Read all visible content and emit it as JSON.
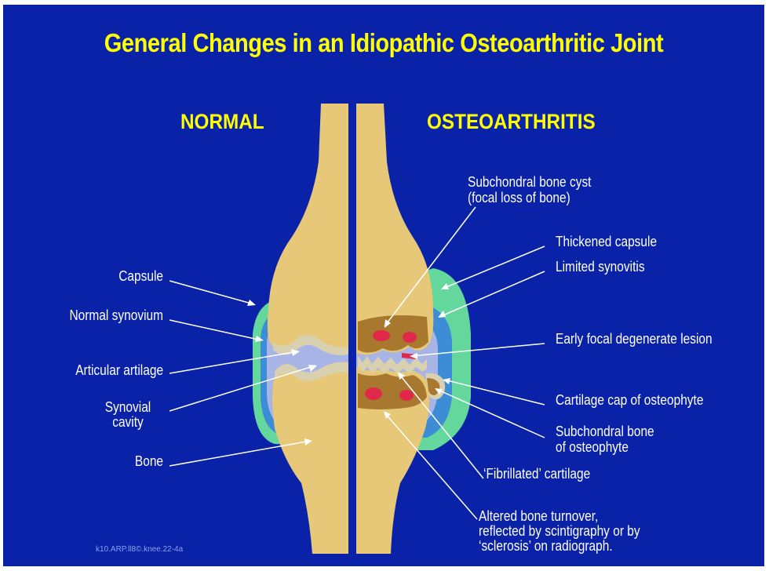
{
  "title": "General Changes in an Idiopathic  Osteoarthritic Joint",
  "headings": {
    "normal": "NORMAL",
    "osteoarthritis": "OSTEOARTHRITIS"
  },
  "labels_left": {
    "capsule": "Capsule",
    "normal_synovium": "Normal synovium",
    "articular_cartilage": "Articular artilage",
    "synovial_cavity_1": "Synovial",
    "synovial_cavity_2": "cavity",
    "bone": "Bone"
  },
  "labels_right": {
    "cyst_1": "Subchondral bone cyst",
    "cyst_2": "(focal loss of bone)",
    "thickened_capsule": "Thickened capsule",
    "limited_synovitis": "Limited synovitis",
    "early_lesion": "Early focal degenerate lesion",
    "cartilage_cap": "Cartilage cap of osteophyte",
    "subchondral_osteophyte_1": "Subchondral bone",
    "subchondral_osteophyte_2": "of osteophyte",
    "fibrillated": "‘Fibrillated’ cartilage",
    "altered_1": "Altered bone turnover,",
    "altered_2": "reflected by scintigraphy or by",
    "altered_3": "‘sclerosis’ on radiograph."
  },
  "credit": "k10.ARP.ll8©.knee.22-4a",
  "colors": {
    "background": "#0a22a8",
    "bone": "#e6c878",
    "capsule": "#64d89c",
    "synovium": "#3c8cd6",
    "cavity": "#a8b4e6",
    "cartilage": "#d8d0ae",
    "oa_bone": "#a8782e",
    "lesion": "#e0284a",
    "title": "#ffff00"
  }
}
